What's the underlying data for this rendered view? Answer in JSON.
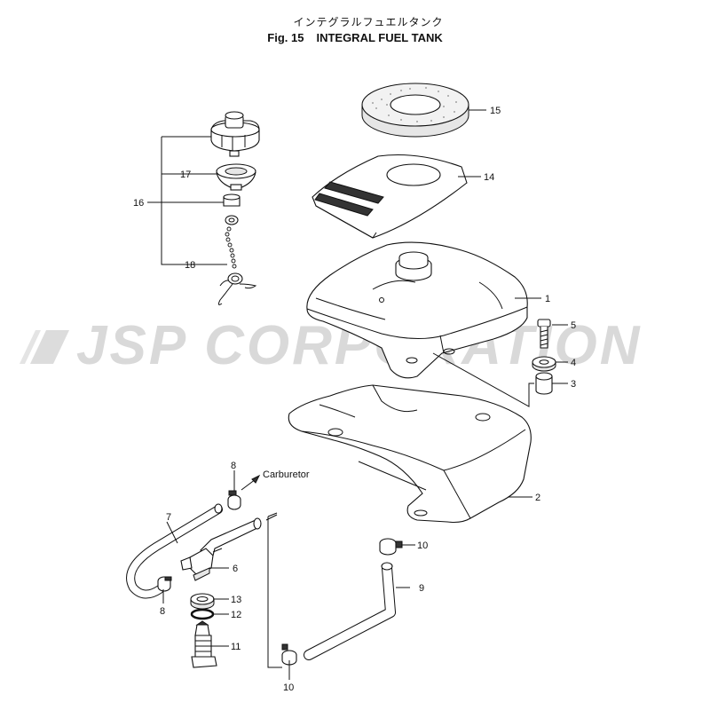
{
  "title": {
    "japanese": "インテグラルフュエルタンク",
    "fig_number": "Fig. 15",
    "english": "INTEGRAL FUEL TANK"
  },
  "watermark": "JSP CORPORATION",
  "annotation": "Carburetor",
  "callouts": {
    "c1": "1",
    "c2": "2",
    "c3": "3",
    "c4": "4",
    "c5": "5",
    "c6": "6",
    "c7": "7",
    "c8a": "8",
    "c8b": "8",
    "c9": "9",
    "c10a": "10",
    "c10b": "10",
    "c11": "11",
    "c12": "12",
    "c13": "13",
    "c14": "14",
    "c15": "15",
    "c16": "16",
    "c17": "17",
    "c18": "18"
  }
}
